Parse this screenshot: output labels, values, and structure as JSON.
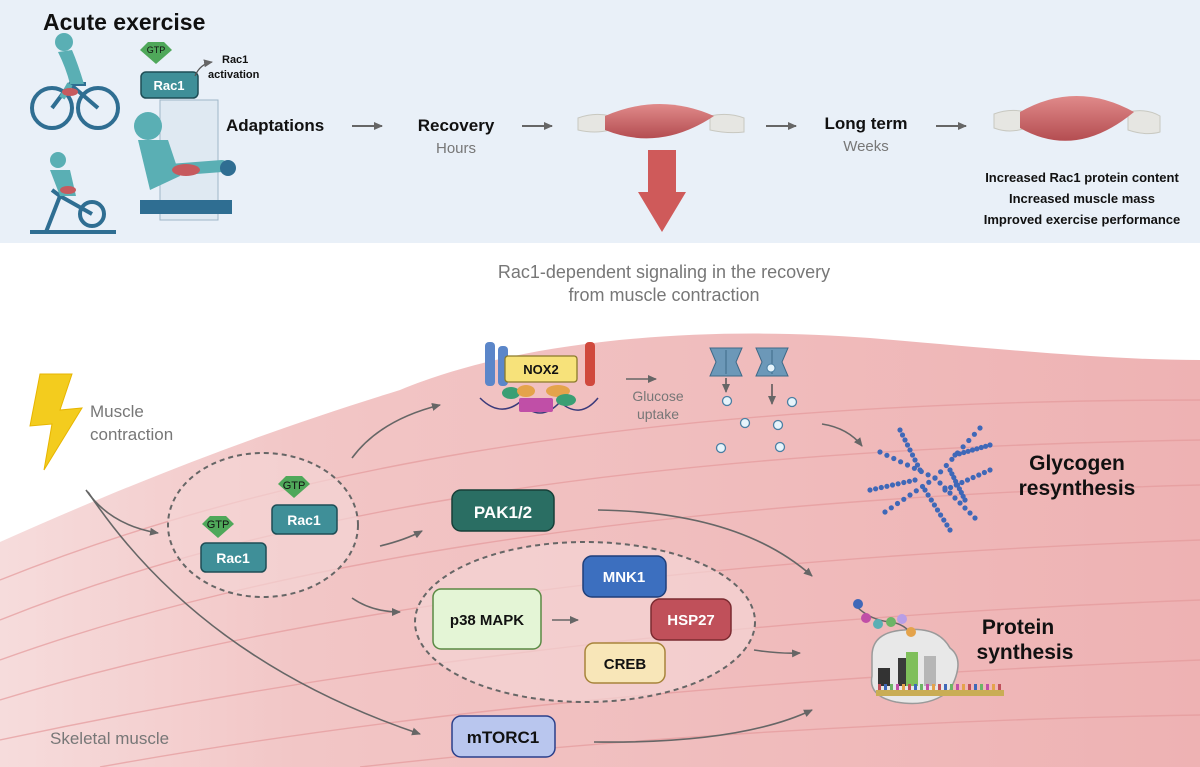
{
  "top": {
    "title": "Acute exercise",
    "gtp_badge": "GTP",
    "rac1_label": "Rac1",
    "rac1_activation": [
      "Rac1",
      "activation"
    ],
    "adaptations": "Adaptations",
    "recovery": "Recovery",
    "hours": "Hours",
    "long_term": "Long term",
    "weeks": "Weeks",
    "outcomes": [
      "Increased Rac1 protein content",
      "Increased muscle mass",
      "Improved exercise performance"
    ]
  },
  "bottom": {
    "heading": [
      "Rac1-dependent signaling in the recovery",
      "from muscle contraction"
    ],
    "muscle_contraction": [
      "Muscle",
      "contraction"
    ],
    "skeletal_muscle": "Skeletal muscle",
    "gtp_badge": "GTP",
    "rac1_label": "Rac1",
    "nox2": "NOX2",
    "glucose_uptake": [
      "Glucose",
      "uptake"
    ],
    "pak": "PAK1/2",
    "p38": "p38 MAPK",
    "mnk1": "MNK1",
    "hsp27": "HSP27",
    "creb": "CREB",
    "mtorc1": "mTORC1",
    "glycogen": [
      "Glycogen",
      "resynthesis"
    ],
    "protein": [
      "Protein",
      "synthesis"
    ]
  },
  "colors": {
    "top_panel": "#e9f0f8",
    "muscle": "#efb3b3",
    "rac1": "#3f8f98",
    "pak": "#2a6e63",
    "p38": "#e4f5d6",
    "mnk1": "#3c6fbf",
    "hsp27": "#c0505a",
    "creb": "#f8e6b8",
    "mtorc1": "#b9c6ee",
    "down_arrow": "#cf5a5a",
    "glycogen": "#3f68b8"
  }
}
